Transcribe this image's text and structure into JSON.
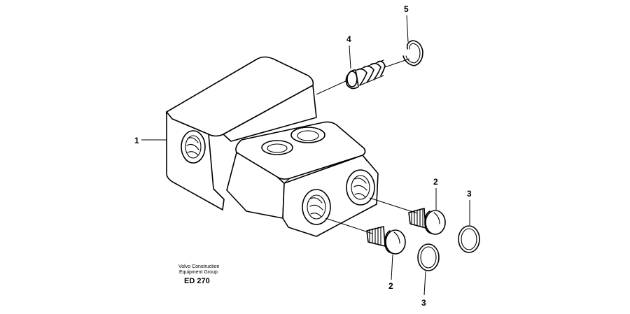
{
  "callouts": {
    "block": "1",
    "plug_upper": "2",
    "plug_lower": "2",
    "ring_upper": "3",
    "ring_lower": "3",
    "spring_plug": "4",
    "ring_top": "5"
  },
  "credit": {
    "line1": "Volvo Construction",
    "line2": "Equipment Group",
    "code": "ED 270"
  }
}
